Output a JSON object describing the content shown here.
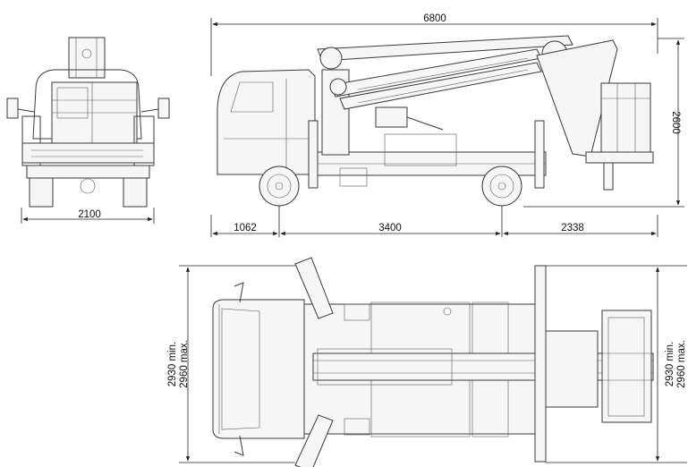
{
  "dimensions": {
    "front_width": "2100",
    "overall_length": "6800",
    "overall_height": "2600",
    "front_overhang": "1062",
    "wheelbase": "3400",
    "rear_overhang": "2338",
    "left_width_min": "2930 min.",
    "left_width_max": "2960 max.",
    "right_width_min": "2930 min.",
    "right_width_max": "2960 max."
  },
  "line_color": "#3a3a3a"
}
